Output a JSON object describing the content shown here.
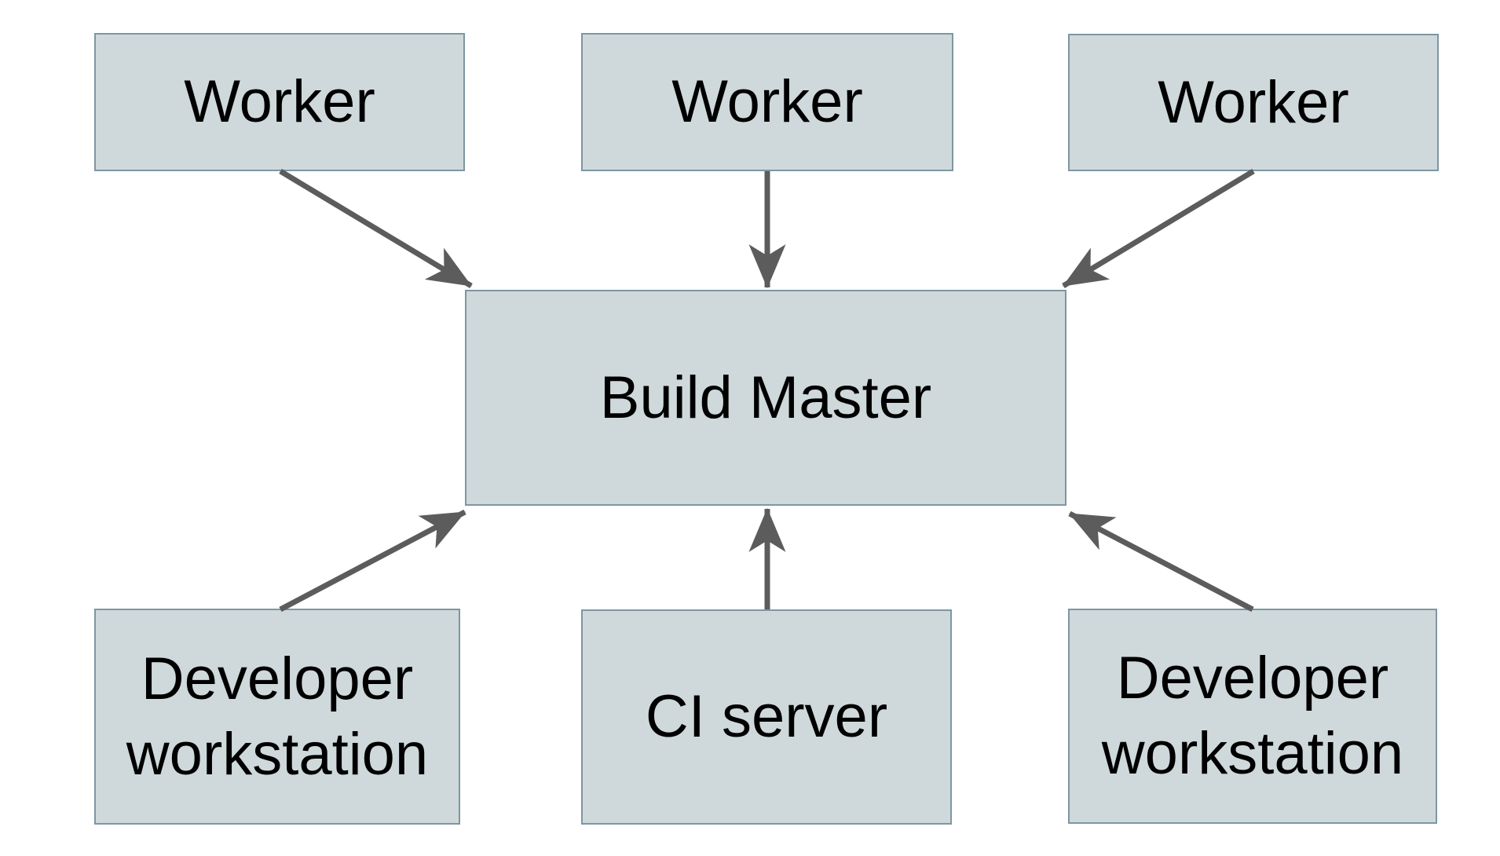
{
  "diagram": {
    "type": "architecture-diagram",
    "background": "#ffffff",
    "colors": {
      "node_fill": "#cfd9db",
      "node_border": "#7e96a2",
      "arrow": "#5c5c5c",
      "text": "#000000"
    },
    "nodes": [
      {
        "id": "worker-1",
        "label": "Worker"
      },
      {
        "id": "worker-2",
        "label": "Worker"
      },
      {
        "id": "worker-3",
        "label": "Worker"
      },
      {
        "id": "build-master",
        "label": "Build Master"
      },
      {
        "id": "developer-workstation-left",
        "label": "Developer workstation"
      },
      {
        "id": "ci-server",
        "label": "CI server"
      },
      {
        "id": "developer-workstation-right",
        "label": "Developer workstation"
      }
    ],
    "edges": [
      {
        "from": "worker-1",
        "to": "build-master"
      },
      {
        "from": "worker-2",
        "to": "build-master"
      },
      {
        "from": "worker-3",
        "to": "build-master"
      },
      {
        "from": "ci-server",
        "to": "build-master"
      },
      {
        "from": "developer-workstation-left",
        "to": "build-master"
      },
      {
        "from": "developer-workstation-right",
        "to": "build-master"
      }
    ]
  }
}
